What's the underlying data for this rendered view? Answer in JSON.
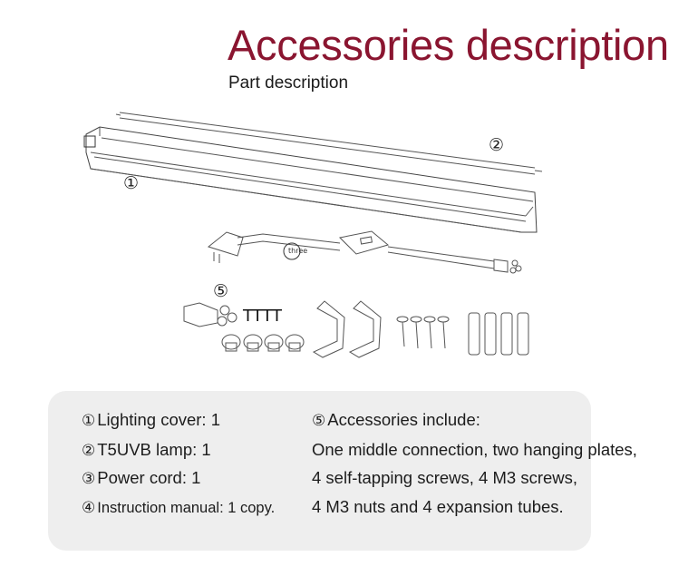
{
  "header": {
    "title": "Accessories description",
    "subtitle": "Part description"
  },
  "diagram": {
    "callouts": {
      "cover": "①",
      "lamp": "②",
      "cord": "three",
      "accessories": "⑤"
    },
    "accessory_label": "TTTT"
  },
  "parts": {
    "left": [
      {
        "num": "①",
        "text": "Lighting cover: 1"
      },
      {
        "num": "②",
        "text": "T5UVB lamp: 1"
      },
      {
        "num": "③",
        "text": "Power cord: 1"
      },
      {
        "num": "④",
        "text": "Instruction manual: 1 copy."
      }
    ],
    "right": [
      {
        "num": "⑤",
        "text": "Accessories include:"
      },
      {
        "num": "",
        "text": "One middle connection, two hanging plates,"
      },
      {
        "num": "",
        "text": "4 self-tapping screws, 4 M3 screws,"
      },
      {
        "num": "",
        "text": "4 M3 nuts and 4 expansion tubes."
      }
    ]
  },
  "colors": {
    "title": "#8a1530",
    "panel_bg": "#eeeeee",
    "text": "#1c1c1c"
  }
}
